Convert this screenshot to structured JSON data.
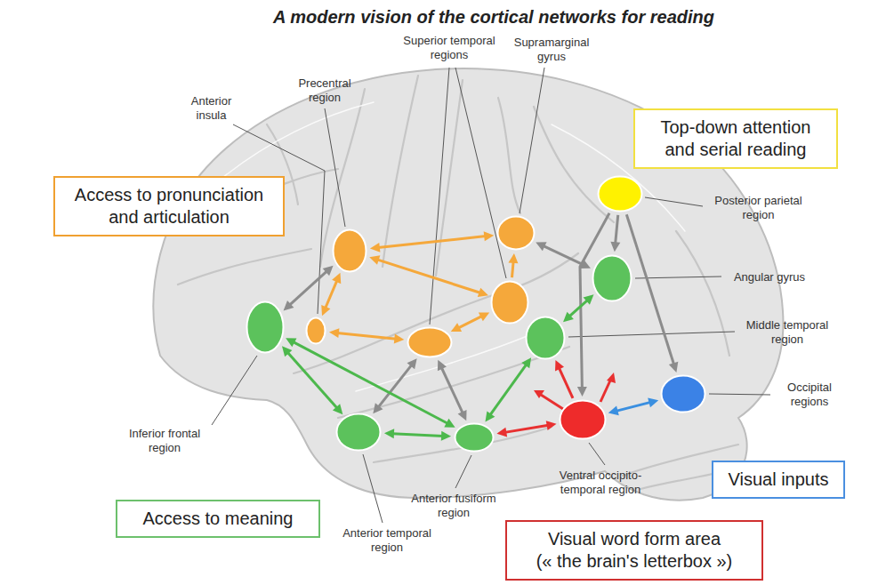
{
  "diagram": {
    "title": "A modern vision of the cortical networks for reading",
    "nodes": [
      {
        "text": [
          "Precentral region"
        ]
      },
      {
        "text": [
          "Superior temporal regions"
        ]
      },
      {
        "text": []
      },
      {
        "text": [
          "Supramarginal gyrus"
        ]
      },
      {
        "text": [
          "Anterior insula"
        ]
      },
      {
        "text": [
          "Access to pronunciation and articulation"
        ]
      },
      {
        "text": [
          "Top-down attention and serial reading"
        ]
      },
      {
        "text": [
          "Posterior parietal region"
        ]
      },
      {
        "text": [
          "Angular gyrus"
        ]
      },
      {
        "text": [
          "Middle temporal region"
        ]
      },
      {
        "text": [
          "Occipital regions"
        ]
      },
      {
        "text": [
          "Inferior frontal region"
        ]
      },
      {
        "text": [
          "Visual inputs"
        ]
      },
      {
        "text": [
          "Ventral occipito-temporal region"
        ]
      },
      {
        "text": [
          "Anterior fusiform region"
        ]
      },
      {
        "text": [
          "Access to meaning"
        ]
      },
      {
        "text": [
          "Anterior temporal region"
        ]
      },
      {
        "text": [
          "Visual word form area",
          "(« the brain's letterbox »)"
        ]
      }
    ],
    "edges": [
      {
        "from": 0,
        "to": 3,
        "arrow": "both"
      },
      {
        "from": 0,
        "to": 2,
        "arrow": "both"
      },
      {
        "from": 4,
        "to": 0,
        "arrow": "both"
      },
      {
        "from": 4,
        "to": 1,
        "arrow": "both"
      },
      {
        "from": 1,
        "to": 2,
        "arrow": "both"
      },
      {
        "from": 2,
        "to": 3,
        "arrow": "to"
      },
      {
        "from": 11,
        "to": 0,
        "arrow": "both"
      },
      {
        "from": 16,
        "to": 1,
        "arrow": "both"
      },
      {
        "from": 14,
        "to": 1,
        "arrow": "both"
      },
      {
        "from": 3,
        "to": 8,
        "arrow": "both"
      },
      {
        "from": 7,
        "to": 8,
        "arrow": "to"
      },
      {
        "from": 7,
        "to": 13,
        "arrow": "to"
      },
      {
        "from": 7,
        "to": 10,
        "arrow": "to"
      },
      {
        "from": 8,
        "to": 9,
        "arrow": "both"
      },
      {
        "from": 9,
        "to": 14,
        "arrow": "both"
      },
      {
        "from": 11,
        "to": 14,
        "arrow": "both"
      },
      {
        "from": 11,
        "to": 16,
        "arrow": "both"
      },
      {
        "from": 16,
        "to": 14,
        "arrow": "both"
      },
      {
        "from": 13,
        "to": 9,
        "arrow": "to"
      },
      {
        "from": 13,
        "to": 14,
        "arrow": "both"
      },
      {
        "from": 13,
        "to": 10,
        "arrow": "both"
      }
    ]
  }
}
